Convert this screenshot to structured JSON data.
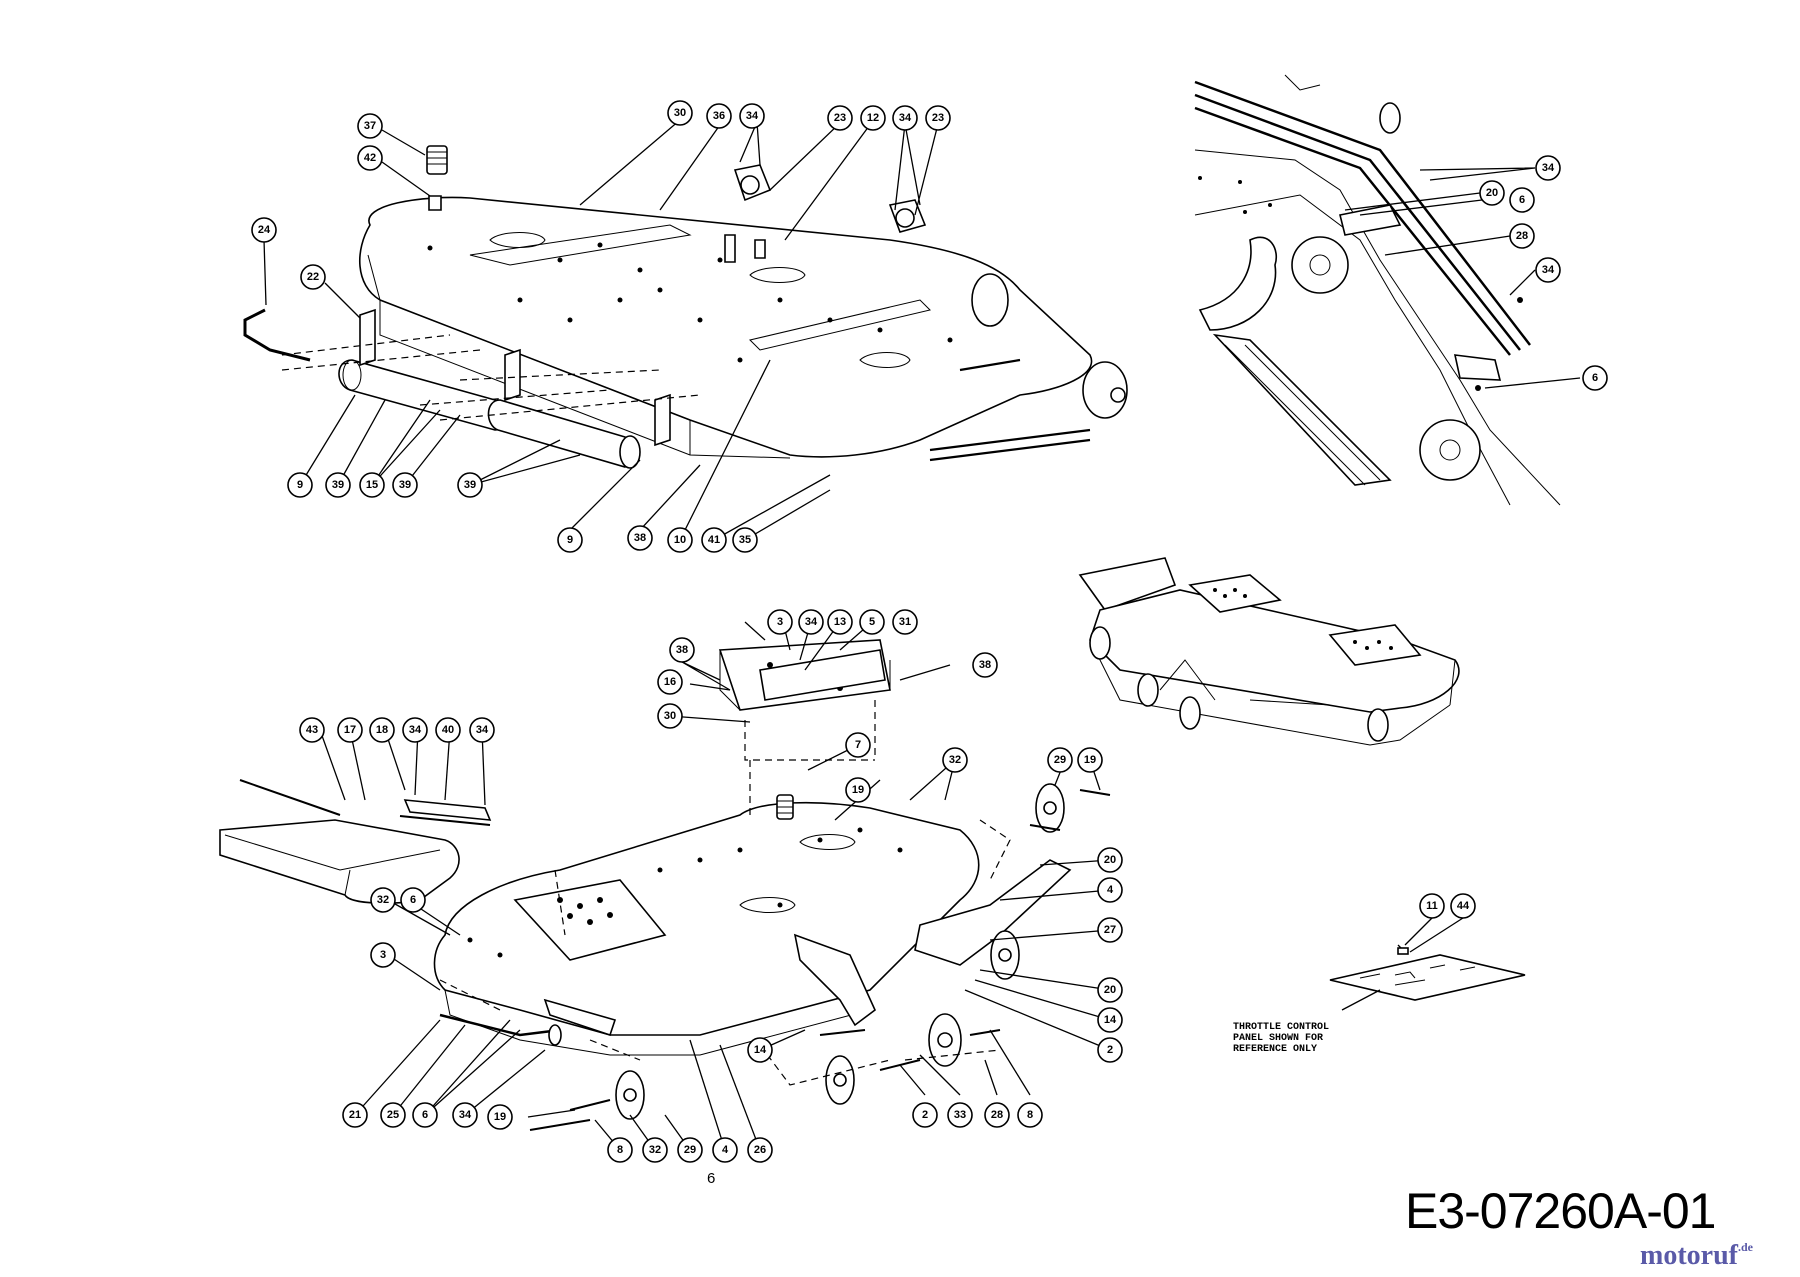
{
  "drawing_number": "E3-07260A-01",
  "page_number": "6",
  "watermark": {
    "text": "motoruf",
    "suffix": ".de"
  },
  "note": [
    "THROTTLE CONTROL",
    "PANEL SHOWN FOR",
    "REFERENCE ONLY"
  ],
  "callouts_top": [
    "37",
    "42",
    "24",
    "22",
    "30",
    "36",
    "34",
    "23",
    "12",
    "34",
    "23",
    "9",
    "39",
    "15",
    "39",
    "39",
    "9",
    "38",
    "10",
    "41",
    "35"
  ],
  "callouts_detail": [
    "34",
    "20",
    "6",
    "28",
    "34",
    "6"
  ],
  "callouts_bottom": [
    "43",
    "17",
    "18",
    "34",
    "40",
    "34",
    "38",
    "3",
    "34",
    "13",
    "5",
    "31",
    "16",
    "38",
    "30",
    "7",
    "19",
    "32",
    "29",
    "19",
    "20",
    "4",
    "27",
    "20",
    "14",
    "2",
    "32",
    "6",
    "3",
    "14",
    "2",
    "33",
    "28",
    "8",
    "21",
    "25",
    "6",
    "34",
    "19",
    "8",
    "32",
    "29",
    "4",
    "26"
  ],
  "callouts_panel": [
    "11",
    "44"
  ]
}
